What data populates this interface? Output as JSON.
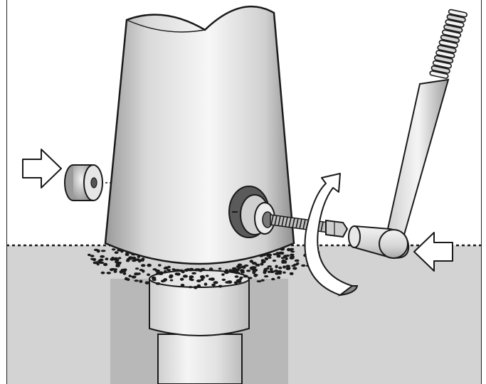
{
  "figure": {
    "colors": {
      "ground": "#d3d3d3",
      "ground_shadow": "#b7b7b7",
      "outline": "#1a1a1a",
      "metal_light": "#f2f2f2",
      "metal_mid": "#c8c8c8",
      "metal_dark": "#8c8c8c",
      "arrow_fill": "#ffffff"
    },
    "icons": [
      "insert-arrow-icon",
      "push-arrow-icon",
      "rotate-arrow-icon"
    ],
    "parts": [
      "pole-base",
      "set-screw",
      "bushing",
      "cap-plug",
      "allen-key",
      "buried-post",
      "gravel"
    ]
  }
}
